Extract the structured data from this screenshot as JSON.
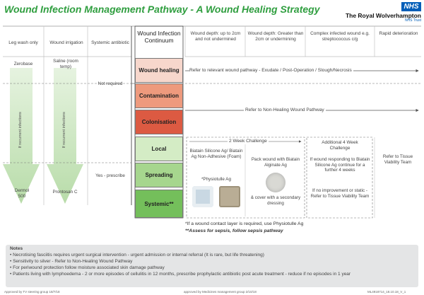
{
  "header": {
    "title": "Wound Infection Management Pathway - A Wound Healing Strategy",
    "nhs_logo": "NHS",
    "trust_name": "The Royal Wolverhampton",
    "trust_sub": "NHS Trust"
  },
  "left_columns": {
    "headers": [
      "Leg wash only",
      "Wound irrigation",
      "Systemic antibiotic"
    ],
    "zerobase": "Zerobase",
    "saline": "Saline (room temp)",
    "recurrent_1": "If recurrent infections",
    "recurrent_2": "If recurrent infections",
    "not_required": "Not required",
    "yes_prescribe": "Yes - prescribe",
    "dermol": "Dermol 500",
    "prontosan": "Prontosan C"
  },
  "continuum": {
    "header": "Wound Infection Continuum",
    "stages": [
      "Wound healing",
      "Contamination",
      "Colonisation",
      "Local",
      "Spreading",
      "Systemic**"
    ],
    "colors": [
      "#f7d7cc",
      "#ee9a7d",
      "#dc5a42",
      "#d4ecc5",
      "#a6d68e",
      "#74bf5b"
    ]
  },
  "depth_headers": [
    "Wound depth: up to 2cm and not undermined",
    "Wound depth: Greater than 2cm or undermining",
    "Complex infected wound e.g. streptococcus c/g",
    "Rapid deterioration"
  ],
  "pathway": {
    "wound_healing_text": "Refer to relevant wound pathway - Exudate / Post-Operation / Slough/Necrosis",
    "non_healing_text": "Refer to Non-Healing Wound Pathway",
    "two_week": "2 Week Challenge",
    "additional_four_week": "Additional 4 Week Challenge",
    "biatain_silicone": "Biatain Silicone Ag/ Biatain Ag Non-Adhesive (Foam)",
    "physiotulle": "*Physiotulle Ag",
    "pack_wound": "Pack wound with Biatain Alginate Ag",
    "cover": "& cover with a secondary dressing",
    "if_responding": "If wound responding to Biatain Silicone Ag continue for a further 4 weeks",
    "if_no_improvement": "If no improvement or static - Refer to Tissue Viability Team",
    "refer_tv": "Refer to Tissue Viability Team"
  },
  "footnotes": {
    "physiotulle_note": "*If a wound contact layer is required, use Physiotulle Ag",
    "sepsis_note": "**Assess for sepsis, follow sepsis pathway"
  },
  "notes": {
    "title": "Notes",
    "items": [
      "Necrotising fasciitis requires urgent surgical intervention - urgent admission or internal referral (It is rare, but life threatening)",
      "Sensitivity to silver - Refer to Non-Healing Wound Pathway",
      "For periwound protection follow moisture associated skin damage pathway",
      "Patients living with lymphoedema - 2 or more episodes of cellulitis in 12 months, prescribe prophylactic antibiotic post acute treatment - reduce if no episodes in 1 year"
    ]
  },
  "footer": {
    "left": "Approved by TV steering group 18/7/18",
    "center": "approved by Medicines management group 2/10/18",
    "right": "ML4918714_18.10.18_V_1"
  }
}
